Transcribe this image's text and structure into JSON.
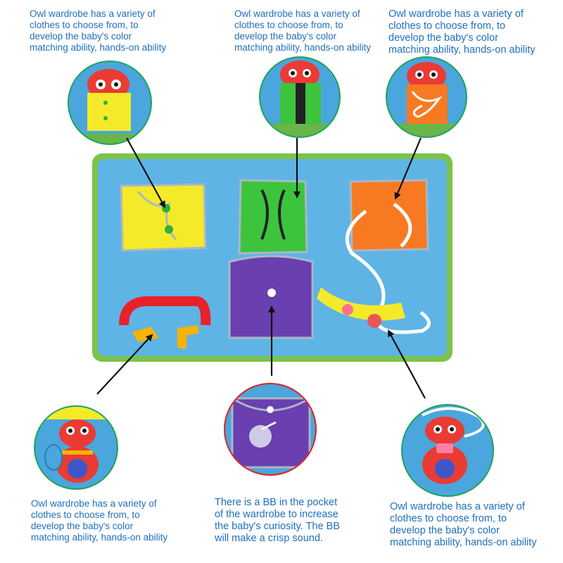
{
  "captions": {
    "top_left": "Owl wardrobe has a variety of\nclothes to choose from, to\ndevelop the baby's color\nmatching ability, hands-on ability",
    "top_center": "Owl wardrobe has a variety of\nclothes to choose from, to\ndevelop the baby's color\nmatching ability, hands-on ability",
    "top_right": "Owl wardrobe has a variety of\nclothes to choose from, to\ndevelop the baby's color\nmatching ability, hands-on ability",
    "bottom_left": "Owl wardrobe has a variety of\nclothes to choose from, to\ndevelop the baby's color\nmatching ability, hands-on ability",
    "bottom_center": "There is a BB in the pocket\nof the wardrobe to increase\nthe baby's curiosity. The BB\nwill make a crisp sound.",
    "bottom_right": "Owl wardrobe has a variety of\nclothes to choose from, to\ndevelop the baby's color\nmatching ability, hands-on ability"
  },
  "colors": {
    "caption_text": "#1f6fbf",
    "mat": "#5fb4e6",
    "mat_border": "#7cc34a",
    "circle_ring": "#1ea35a",
    "highlight_ring": "#e02020"
  }
}
